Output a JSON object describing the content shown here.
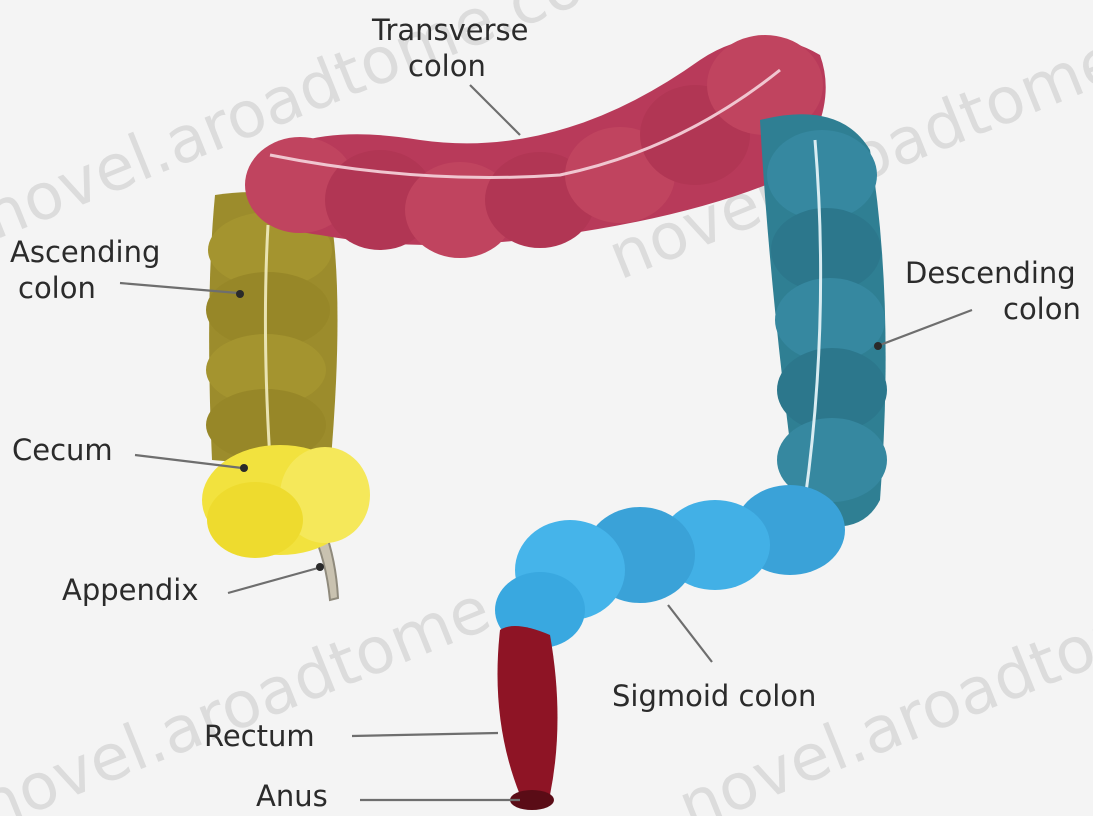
{
  "labels": {
    "transverse_1": "Transverse",
    "transverse_2": "colon",
    "ascending_1": "Ascending",
    "ascending_2": "colon",
    "descending_1": "Descending",
    "descending_2": "colon",
    "cecum": "Cecum",
    "appendix": "Appendix",
    "sigmoid": "Sigmoid colon",
    "rectum": "Rectum",
    "anus": "Anus"
  },
  "watermark": "novel.aroadtome.com",
  "colors": {
    "transverse": "#b83a5a",
    "ascending": "#9c8c2c",
    "cecum": "#f2e23e",
    "descending": "#2f7f93",
    "sigmoid": "#39a8e0",
    "rectum": "#8e1425",
    "appendix": "#c9c2b0",
    "background": "#f4f4f4"
  }
}
